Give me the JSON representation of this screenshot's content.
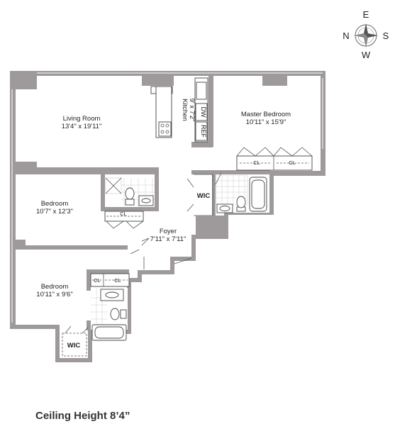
{
  "compass": {
    "north": "N",
    "east": "E",
    "south": "S",
    "west": "W"
  },
  "rooms": {
    "living_room": {
      "name": "Living Room",
      "size": "13'4\" x 19'11\""
    },
    "kitchen": {
      "name": "Kitchen",
      "size": "9' x 7'2\""
    },
    "master_bedroom": {
      "name": "Master Bedroom",
      "size": "10'11\" x 15'9\""
    },
    "bedroom_1": {
      "name": "Bedroom",
      "size": "10'7\" x 12'3\""
    },
    "foyer": {
      "name": "Foyer",
      "size": "7'11\" x 7'11\""
    },
    "bedroom_2": {
      "name": "Bedroom",
      "size": "10'11\" x 9'6\""
    }
  },
  "labels": {
    "dw": "DW",
    "ref": "REF",
    "wic": "WIC",
    "cl": "CL"
  },
  "footer": {
    "ceiling_height": "Ceiling Height 8’4”"
  }
}
